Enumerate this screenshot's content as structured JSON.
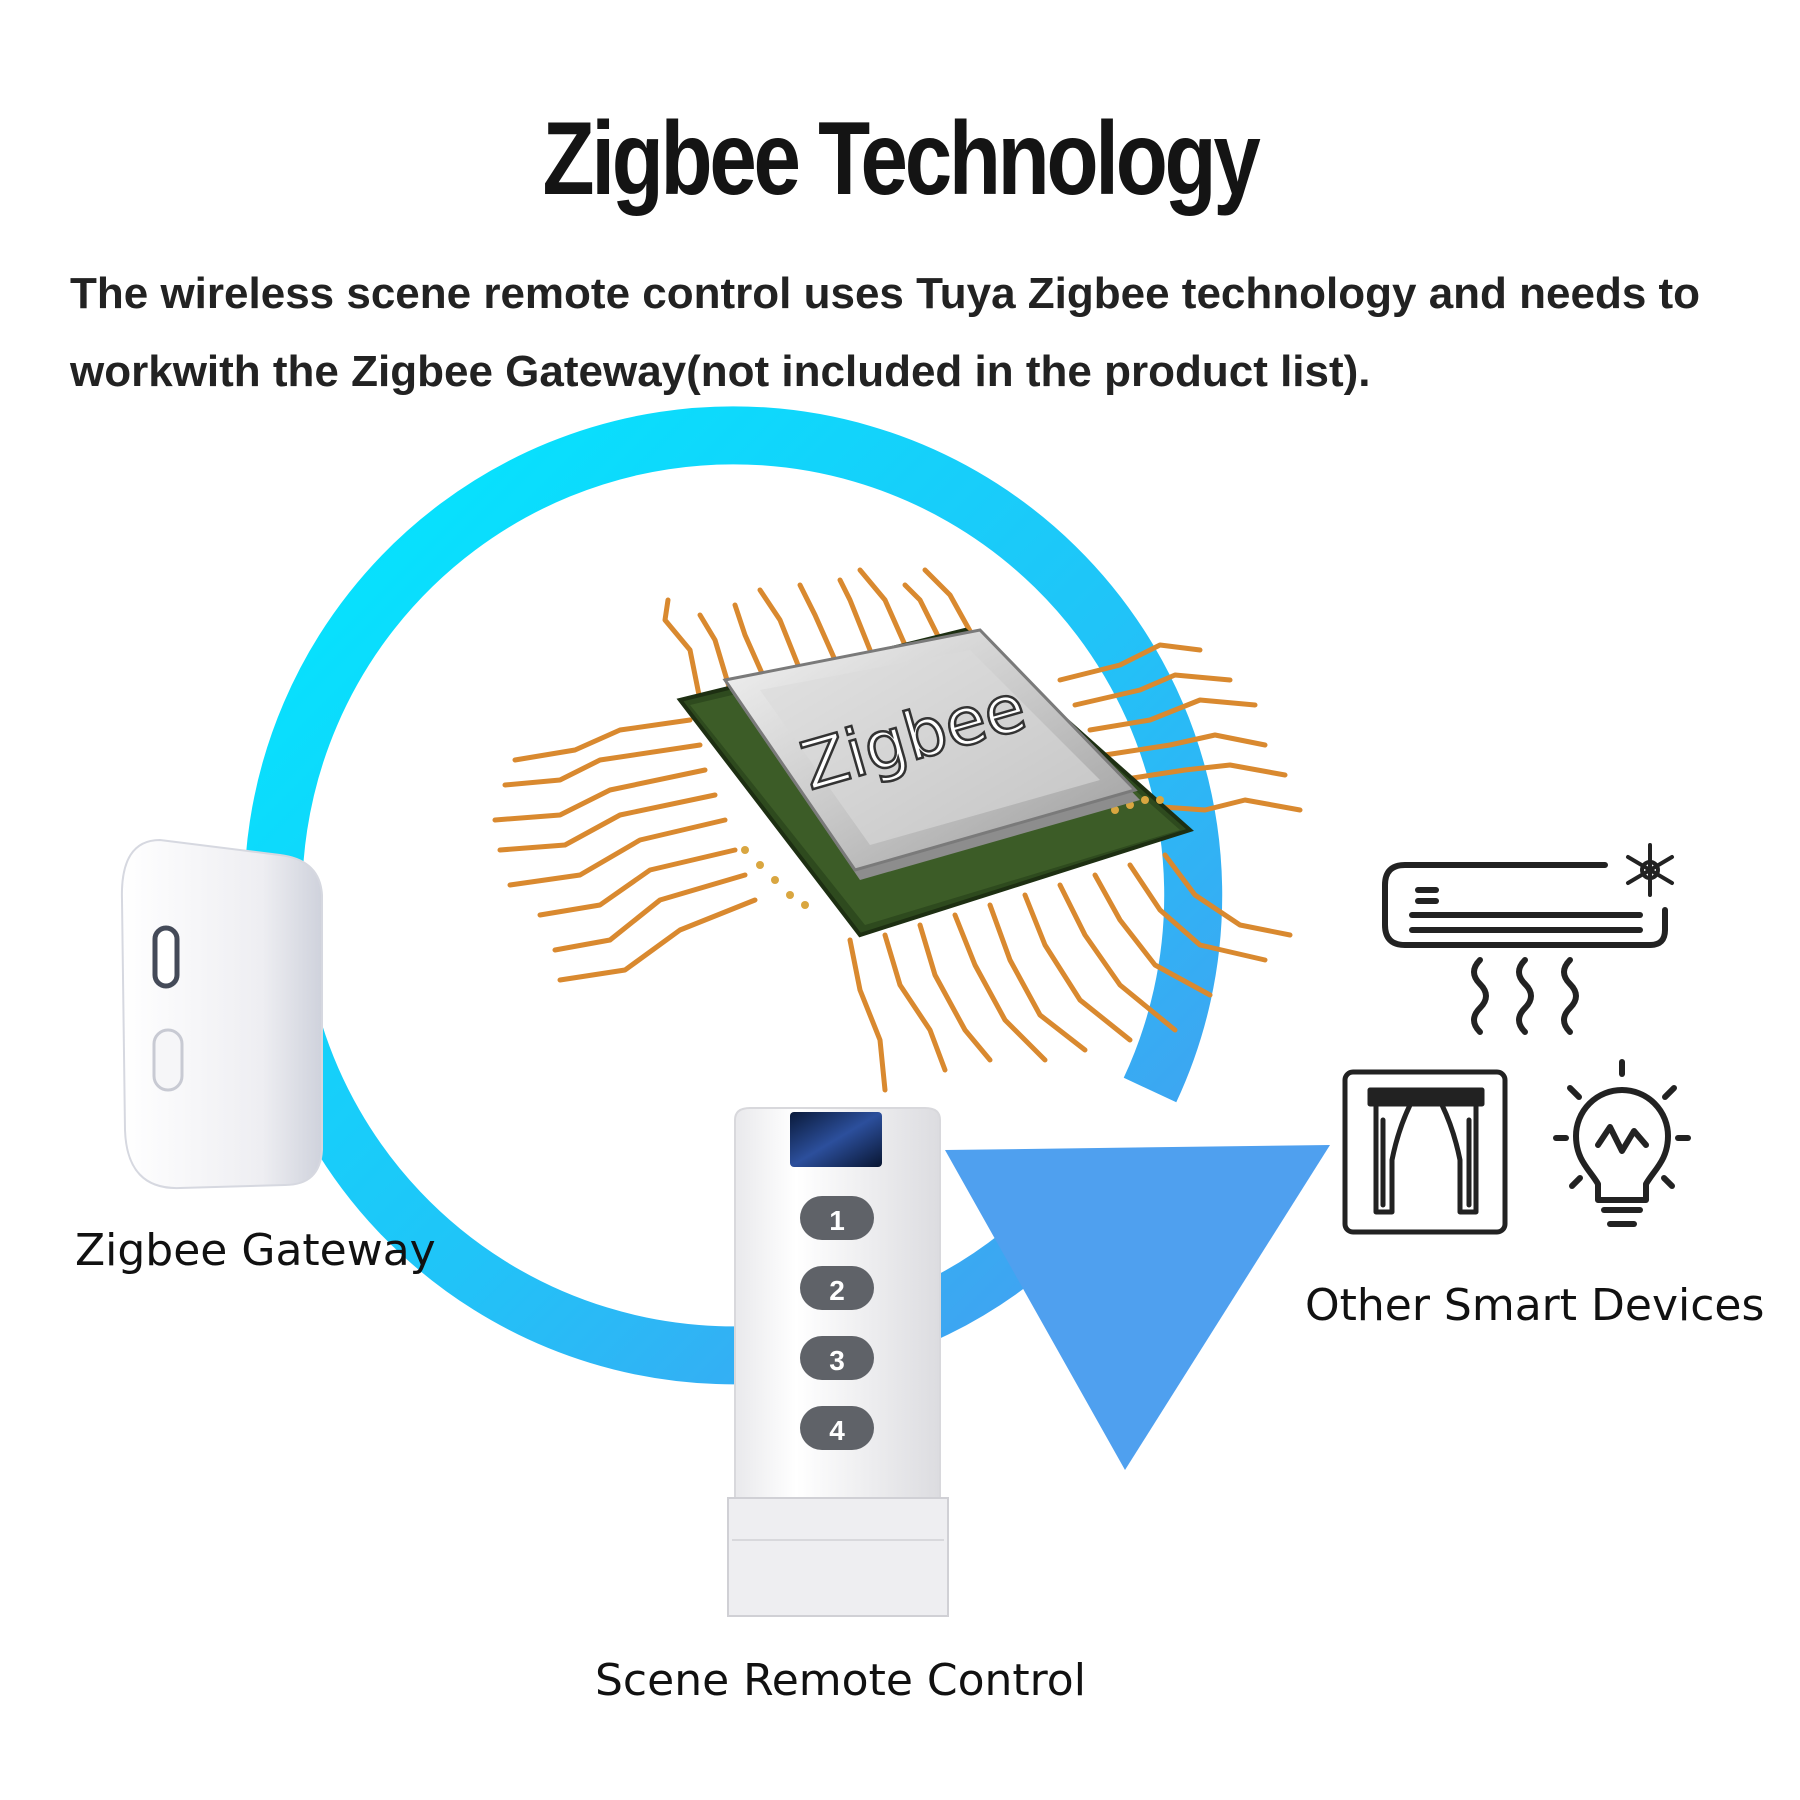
{
  "header": {
    "title": "Zigbee Technology",
    "description": "The wireless scene remote control uses Tuya Zigbee technology and needs to workwith the Zigbee Gateway(not included in the product list)."
  },
  "chip": {
    "label": "Zigbee"
  },
  "gateway": {
    "caption": "Zigbee Gateway"
  },
  "remote": {
    "caption": "Scene Remote Control",
    "buttons": [
      "1",
      "2",
      "3",
      "4"
    ]
  },
  "devices": {
    "caption": "Other Smart Devices",
    "icons": [
      "air-conditioner-icon",
      "curtain-icon",
      "light-bulb-icon"
    ]
  },
  "colors": {
    "arrow_start": "#00e5ff",
    "arrow_end": "#4a9cf0",
    "trace": "#d9892f",
    "text": "#141414"
  }
}
